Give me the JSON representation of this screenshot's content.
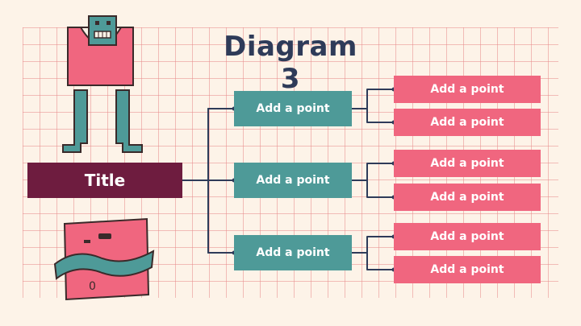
{
  "diagram": {
    "heading": "Diagram 3",
    "root": {
      "label": "Title"
    },
    "branches": [
      {
        "label": "Add a point",
        "points": [
          "Add a point",
          "Add a point"
        ]
      },
      {
        "label": "Add a point",
        "points": [
          "Add a point",
          "Add a point"
        ]
      },
      {
        "label": "Add a point",
        "points": [
          "Add a point",
          "Add a point"
        ]
      }
    ]
  },
  "colors": {
    "background": "#fdf3e8",
    "grid": "#e88c8c",
    "heading": "#2e3b59",
    "root_box": "#6e1c3f",
    "branch_box": "#4e9a98",
    "point_box": "#f0667f",
    "connector": "#2e3b59"
  },
  "decorations": {
    "top_figure": "robot-character-icon",
    "bottom_figure": "pink-square-character-icon",
    "bottom_figure_mark": "0"
  }
}
